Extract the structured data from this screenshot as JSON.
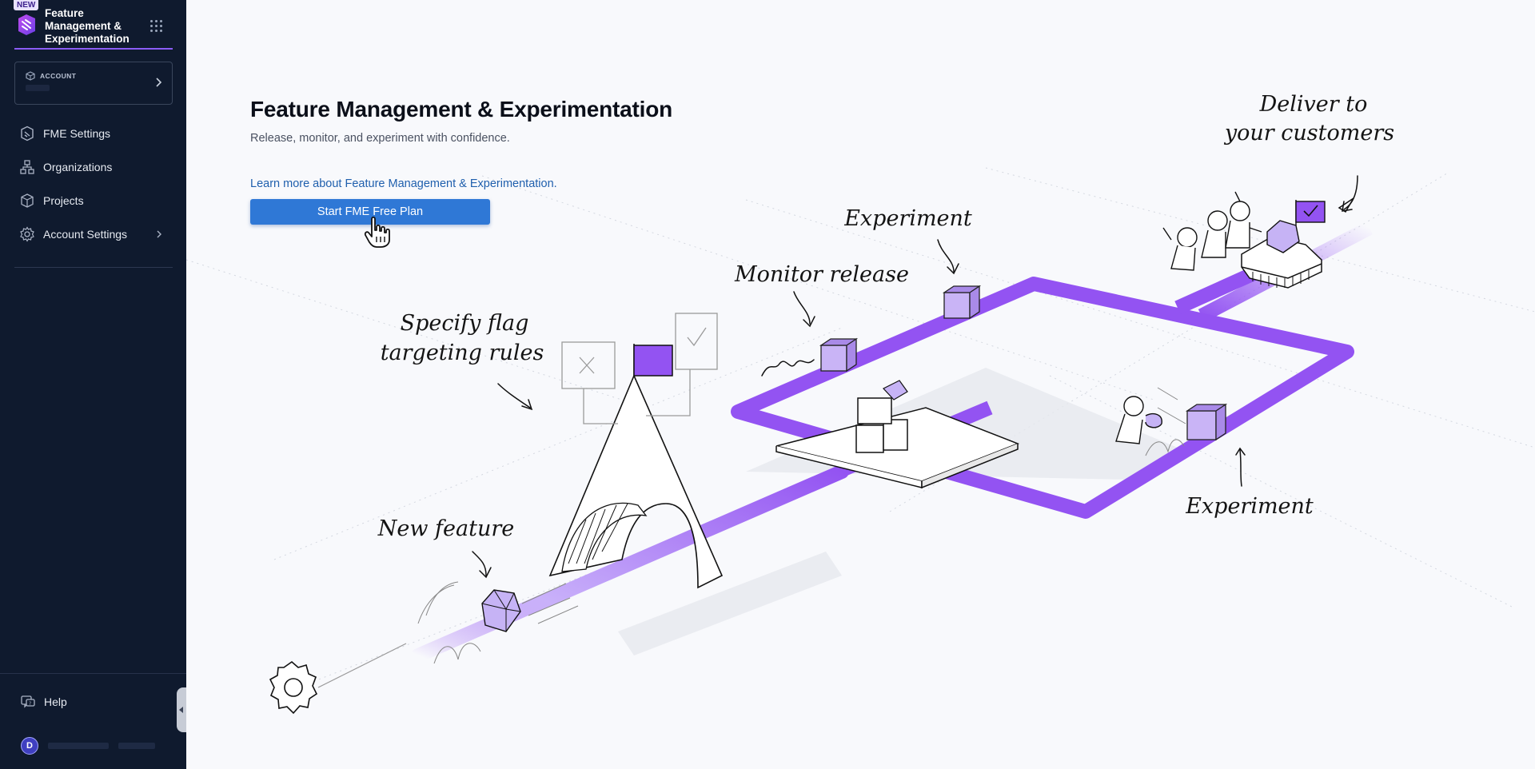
{
  "sidebar": {
    "badge": "NEW",
    "module_title": "Feature Management & Experimentation",
    "account_label": "ACCOUNT",
    "nav_items": [
      {
        "label": "FME Settings",
        "icon": "fme-settings-icon"
      },
      {
        "label": "Organizations",
        "icon": "organizations-icon"
      },
      {
        "label": "Projects",
        "icon": "projects-icon"
      },
      {
        "label": "Account Settings",
        "icon": "gear-icon"
      }
    ],
    "help_label": "Help",
    "user_initial": "D"
  },
  "main": {
    "title": "Feature Management & Experimentation",
    "subtitle": "Release, monitor, and experiment with confidence.",
    "learn_more_link": "Learn more about Feature Management & Experimentation.",
    "cta_button": "Start FME Free Plan"
  },
  "illustration": {
    "labels": {
      "deliver_line1": "Deliver to",
      "deliver_line2": "your customers",
      "experiment_top": "Experiment",
      "monitor": "Monitor release",
      "specify_line1": "Specify flag",
      "specify_line2": "targeting rules",
      "experiment_right": "Experiment",
      "new_feature": "New feature"
    }
  },
  "colors": {
    "sidebar_bg": "#0f1a2e",
    "accent_purple": "#8b5cf6",
    "path_purple": "#9353f2",
    "cta_blue": "#2f78d6",
    "link_blue": "#1f5fad"
  }
}
